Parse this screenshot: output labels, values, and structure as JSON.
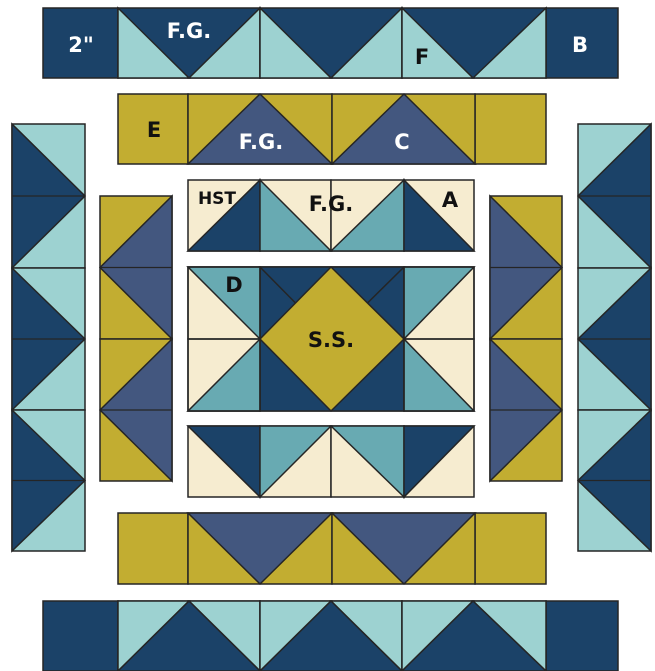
{
  "diagram": {
    "colors": {
      "navy": "#1b4268",
      "aqua": "#9dd2d1",
      "mustard": "#c2ad31",
      "slate": "#43577f",
      "cream": "#f6ecd0",
      "teal": "#68aab2"
    },
    "labels": {
      "two_inch": "2\"",
      "fg_top": "F.G.",
      "f": "F",
      "b": "B",
      "e": "E",
      "fg_mid": "F.G.",
      "c": "C",
      "hst": "HST",
      "fg_inner": "F.G.",
      "a": "A",
      "d": "D",
      "ss": "S.S."
    }
  }
}
